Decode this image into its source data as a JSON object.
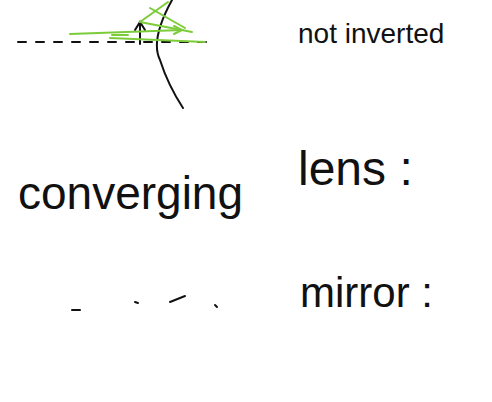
{
  "diagram": {
    "labels": [
      "not inverted",
      "converging",
      "lens :",
      "mirror :"
    ]
  }
}
